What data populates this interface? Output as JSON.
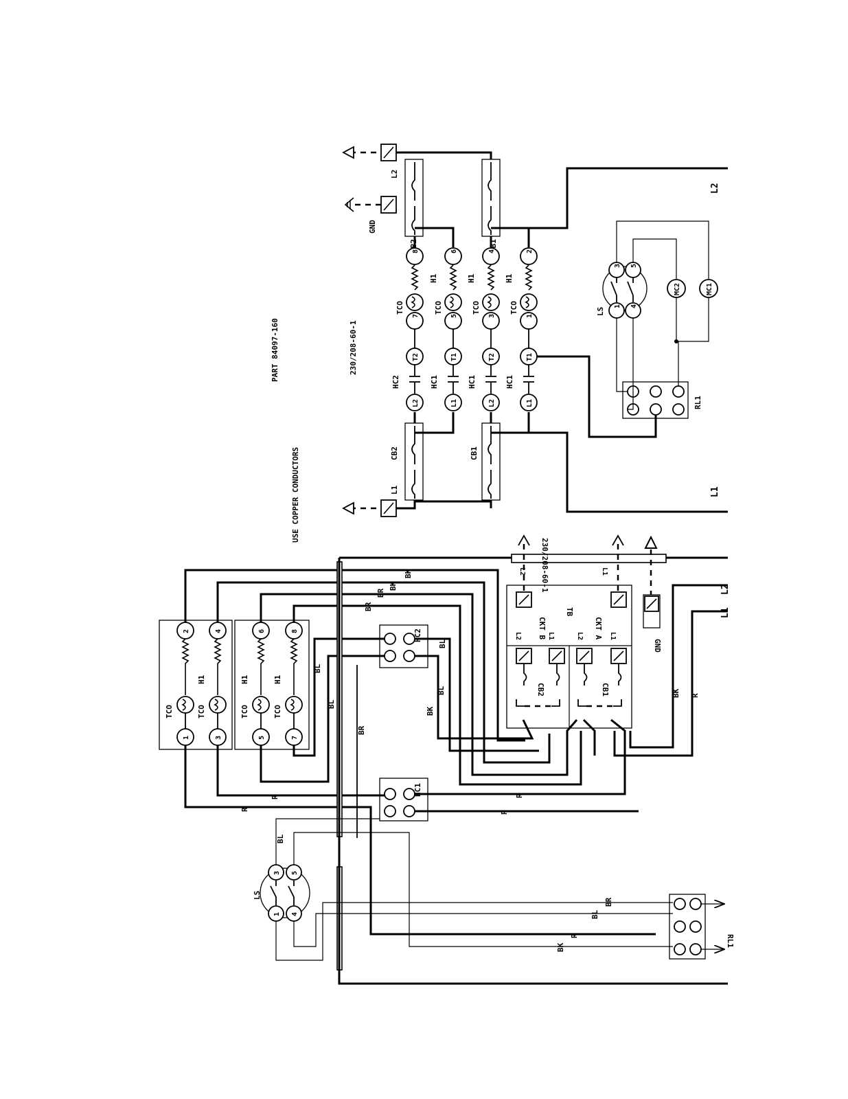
{
  "texts": {
    "use_copper": "USE COPPER CONDUCTORS",
    "part_no": "PART 84097-160",
    "voltage_top": "230/208-60-1",
    "voltage_bottom": "230/208-60-1"
  },
  "terminals": {
    "l1": "L1",
    "l2": "L2",
    "t1": "T1",
    "t2": "T2",
    "n1": "1",
    "n2": "2",
    "n3": "3",
    "n4": "4",
    "n5": "5",
    "n6": "6",
    "n7": "7",
    "n8": "8"
  },
  "components": {
    "hc1": "HC1",
    "hc2": "HC2",
    "cb1": "CB1",
    "cb2": "CB2",
    "h1": "H1",
    "tco": "TCO",
    "ls": "LS",
    "rl1": "RL1",
    "tb": "TB",
    "gnd": "GND",
    "mc1": "MC1",
    "mc2": "MC2",
    "ckt_a": "CKT A",
    "ckt_b": "CKT B"
  },
  "supply": {
    "l1": "L1",
    "l2": "L2"
  },
  "wires": {
    "bk": "BK",
    "r": "R",
    "bl": "BL",
    "br": "BR"
  }
}
